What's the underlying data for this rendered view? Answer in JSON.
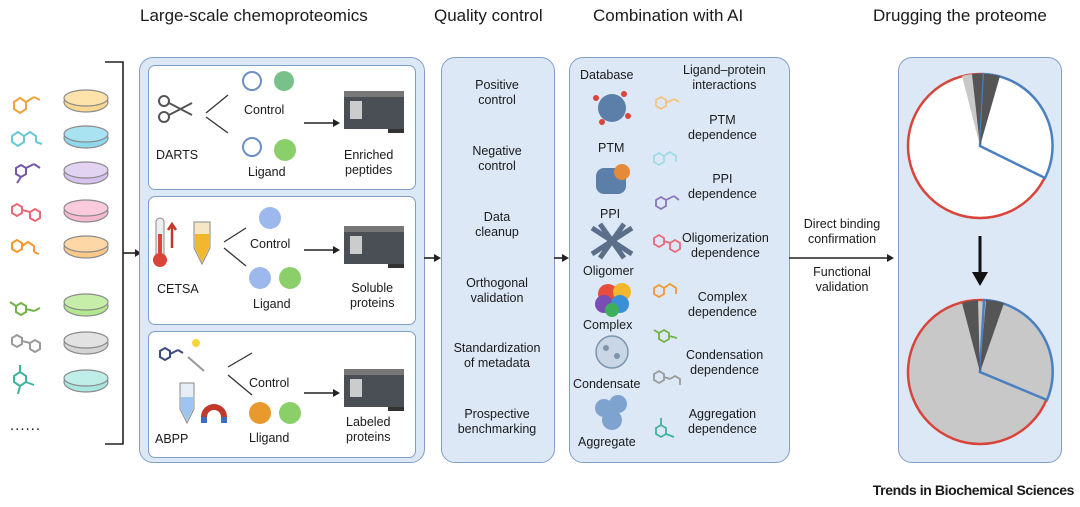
{
  "headers": {
    "chemoproteomics": "Large-scale chemoproteomics",
    "quality_control": "Quality control",
    "ai": "Combination with AI",
    "drugging": "Drugging the proteome"
  },
  "libraries": {
    "ellipsis": "......"
  },
  "darts": {
    "method": "DARTS",
    "control": "Control",
    "ligand": "Ligand",
    "output": "Enriched\npeptides"
  },
  "cetsa": {
    "method": "CETSA",
    "control": "Control",
    "ligand": "Ligand",
    "output": "Soluble\nproteins"
  },
  "abpp": {
    "method": "ABPP",
    "control": "Control",
    "ligand": "Lligand",
    "output": "Labeled\nproteins"
  },
  "qc_items": [
    "Positive\ncontrol",
    "Negative\ncontrol",
    "Data\ncleanup",
    "Orthogonal\nvalidation",
    "Standardization\nof metadata",
    "Prospective\nbenchmarking"
  ],
  "ai": {
    "database_label": "Database",
    "interactions_label": "Ligand–protein\ninteractions",
    "structures": [
      "PTM",
      "PPI",
      "Oligomer",
      "Complex",
      "Condensate",
      "Aggregate"
    ],
    "dependencies": [
      "PTM\ndependence",
      "PPI\ndependence",
      "Oligomerization\ndependence",
      "Complex\ndependence",
      "Condensation\ndependence",
      "Aggregation\ndependence"
    ]
  },
  "arrow_labels": {
    "direct_binding": "Direct binding\nconfirmation",
    "functional": "Functional\nvalidation"
  },
  "credit": "Trends in Biochemical Sciences",
  "colors": {
    "panel_fill": "#dde8f6",
    "panel_border": "#7f9fc9",
    "pie_red": "#d9453b",
    "pie_blue": "#4a7fc0",
    "pie_dark": "#555555",
    "pie_light": "#c8c8c8"
  }
}
